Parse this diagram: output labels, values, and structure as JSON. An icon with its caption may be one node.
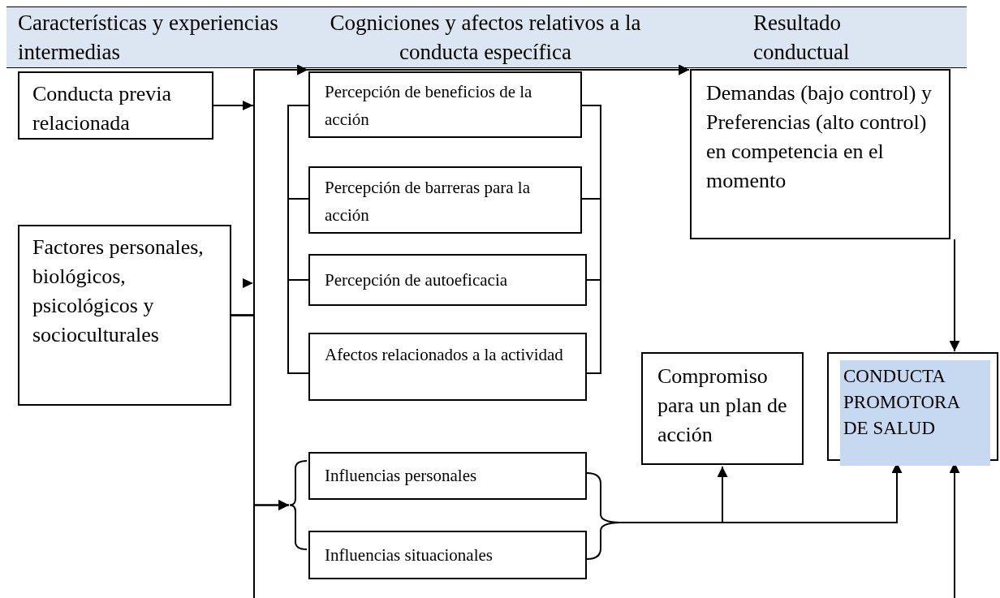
{
  "diagram": {
    "nodes": [
      {
        "text": [
          "Conducta previa relacionada"
        ]
      },
      {
        "text": [
          "Factores personales, biológicos, psicológicos y socioculturales"
        ]
      },
      {
        "text": [
          "Percepción de beneficios de la acción"
        ]
      },
      {
        "text": [
          "Percepción de barreras para la acción"
        ]
      },
      {
        "text": [
          "Percepción de autoeficacia"
        ]
      },
      {
        "text": [
          "Afectos relacionados a la actividad"
        ]
      },
      {
        "text": [
          "Influencias personales"
        ]
      },
      {
        "text": [
          "Influencias situacionales"
        ]
      },
      {
        "text": [
          "Demandas (bajo control) y Preferencias (alto control) en competencia en el momento"
        ]
      },
      {
        "text": [
          "Compromiso para un plan de acción"
        ]
      },
      {
        "text": [
          "CONDUCTA PROMOTORA DE SALUD"
        ]
      },
      {
        "text": [],
        "shape": "brace"
      },
      {
        "text": [],
        "shape": "brace"
      }
    ],
    "edges": [
      {
        "from": 0,
        "to": 2,
        "arrow": "to"
      },
      {
        "from": 0,
        "to": 8,
        "arrow": "to"
      },
      {
        "from": 0,
        "to": 11,
        "arrow": "to"
      },
      {
        "from": 1,
        "to": 2,
        "arrow": "to"
      },
      {
        "from": 1,
        "to": 8,
        "arrow": "to"
      },
      {
        "from": 1,
        "to": 11,
        "arrow": "to"
      },
      {
        "from": 12,
        "to": 9,
        "arrow": "to"
      },
      {
        "from": 12,
        "to": 10,
        "arrow": "to"
      },
      {
        "from": 8,
        "to": 10,
        "arrow": "to"
      },
      {
        "from": null,
        "to": 10,
        "arrow": "to"
      }
    ],
    "labels": [
      "Características y experiencias intermedias",
      "Cogniciones y afectos relativos a la conducta específica",
      "Resultado conductual"
    ]
  }
}
